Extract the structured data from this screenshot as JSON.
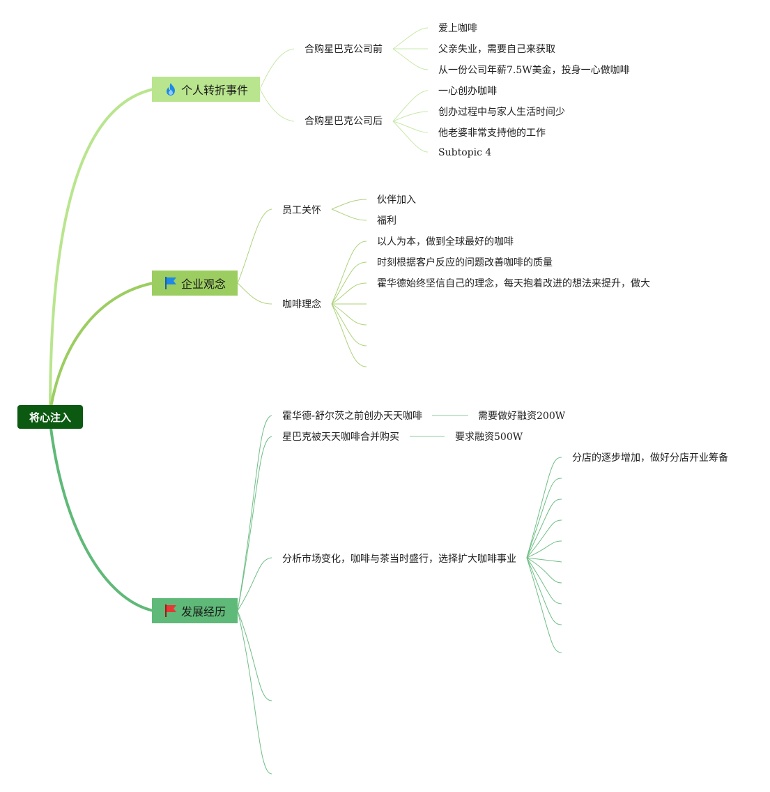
{
  "root": {
    "label": "将心注入"
  },
  "branches": [
    {
      "label": "个人转折事件",
      "icon": "flame-icon",
      "color": "#b9e58e",
      "children": [
        {
          "label": "合购星巴克公司前",
          "children": [
            "爱上咖啡",
            "父亲失业，需要自己来获取",
            "从一份公司年薪7.5W美金，投身一心做咖啡"
          ]
        },
        {
          "label": "合购星巴克公司后",
          "children": [
            "一心创办咖啡",
            "创办过程中与家人生活时间少",
            "他老婆非常支持他的工作",
            "Subtopic 4"
          ]
        }
      ]
    },
    {
      "label": "企业观念",
      "icon": "blue-flag-icon",
      "color": "#9ccd61",
      "children": [
        {
          "label": "员工关怀",
          "children": [
            "伙伴加入",
            "福利"
          ]
        },
        {
          "label": "咖啡理念",
          "children": [
            "以人为本，做到全球最好的咖啡",
            "时刻根据客户反应的问题改善咖啡的质量",
            "霍华德始终坚信自己的理念，每天抱着改进的想法来提升，做大"
          ]
        }
      ]
    },
    {
      "label": "发展经历",
      "icon": "red-flag-icon",
      "color": "#5fb978",
      "children": [
        {
          "label": "霍华德-舒尔茨之前创办天天咖啡",
          "children": [
            "需要做好融资200W"
          ]
        },
        {
          "label": "星巴克被天天咖啡合并购买",
          "children": [
            "要求融资500W"
          ]
        },
        {
          "label": "分析市场变化，咖啡与茶当时盛行，选择扩大咖啡事业",
          "children": [
            "分店的逐步增加，做好分店开业筹备"
          ]
        }
      ]
    }
  ],
  "colors": {
    "root": "#0c5a12",
    "line_light": "#b9e58e",
    "line_mid": "#9ccd61",
    "line_dark": "#5fb978"
  }
}
